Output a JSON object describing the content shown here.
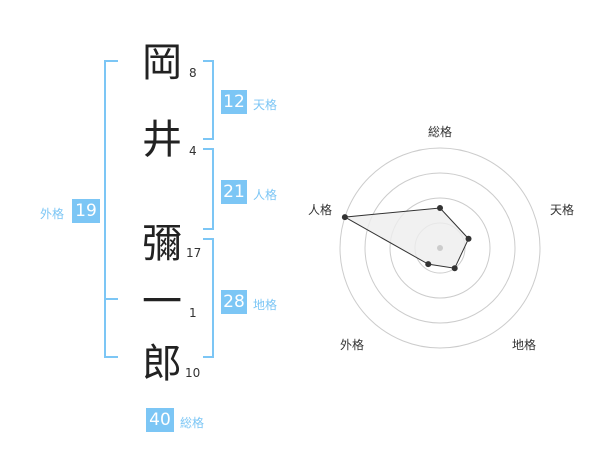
{
  "name": {
    "chars": [
      {
        "char": "岡",
        "strokes": "8"
      },
      {
        "char": "井",
        "strokes": "4"
      },
      {
        "char": "彌",
        "strokes": "17"
      },
      {
        "char": "一",
        "strokes": "1"
      },
      {
        "char": "郎",
        "strokes": "10"
      }
    ]
  },
  "kakusu": {
    "tenkaku": {
      "value": "12",
      "label": "天格"
    },
    "jinkaku": {
      "value": "21",
      "label": "人格"
    },
    "chikaku": {
      "value": "28",
      "label": "地格"
    },
    "gaikaku": {
      "value": "19",
      "label": "外格"
    },
    "soukaku": {
      "value": "40",
      "label": "総格"
    }
  },
  "chart_data": {
    "type": "radar",
    "axes": [
      "総格",
      "天格",
      "地格",
      "外格",
      "人格"
    ],
    "values": [
      0.4,
      0.3,
      0.25,
      0.2,
      1.0
    ],
    "rings": 4,
    "colors": {
      "accent": "#7cc6f5",
      "fill": "#eeeeee",
      "line": "#333333",
      "ring": "#cccccc"
    }
  }
}
